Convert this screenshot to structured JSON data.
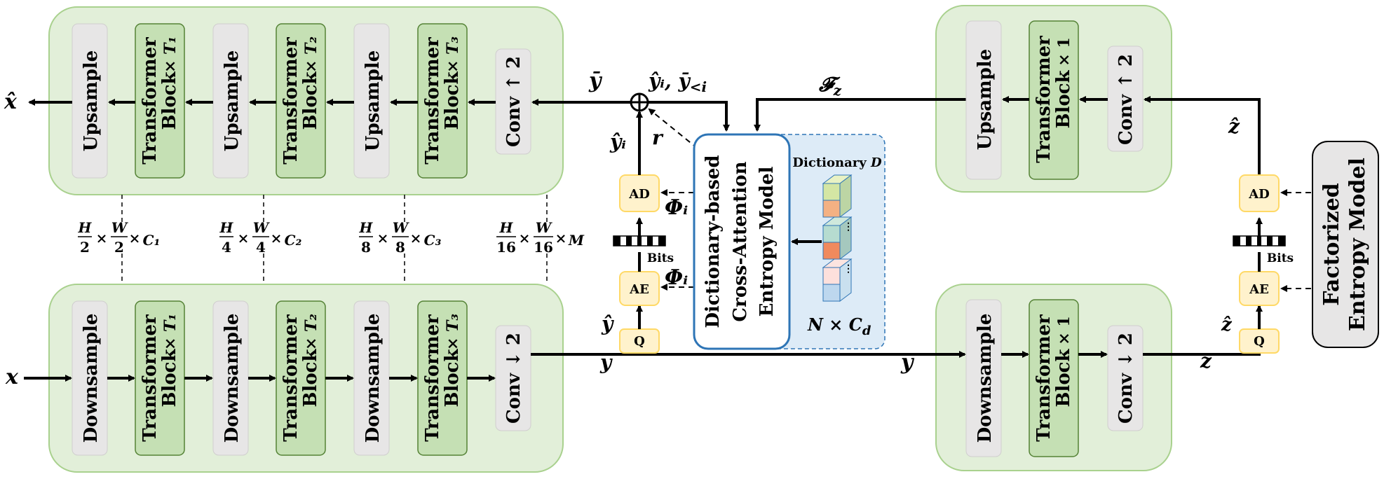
{
  "colors": {
    "panel_fill": "#e2efd9",
    "panel_stroke": "#a9d18e",
    "gray_block": "#e7e6e6",
    "transformer_block": "#c5e0b4",
    "transformer_stroke": "#548235",
    "small_box_fill": "#fff2cc",
    "small_box_stroke": "#ffd966",
    "entropy_model_stroke": "#2e75b6",
    "dictionary_fill": "#ddebf7"
  },
  "decoder_main": {
    "blocks": [
      "Upsample",
      "Transformer\nBlock",
      "Upsample",
      "Transformer\nBlock",
      "Upsample",
      "Transformer\nBlock",
      "Conv ↑ 2"
    ],
    "multipliers": [
      "× T₁",
      "× T₂",
      "× T₃"
    ],
    "output_label": "x̂",
    "input_label": "ȳ"
  },
  "encoder_main": {
    "blocks": [
      "Downsample",
      "Transformer\nBlock",
      "Downsample",
      "Transformer\nBlock",
      "Downsample",
      "Transformer\nBlock",
      "Conv ↓ 2"
    ],
    "multipliers": [
      "× T₁",
      "× T₂",
      "× T₃"
    ],
    "input_label": "x",
    "output_label": "y"
  },
  "shape_labels": [
    "H/2 × W/2 × C₁",
    "H/4 × W/4 × C₂",
    "H/8 × W/8 × C₃",
    "H/16 × W/16 × M"
  ],
  "shape_parts": [
    {
      "h": "H",
      "hd": "2",
      "w": "W",
      "wd": "2",
      "c": "C₁"
    },
    {
      "h": "H",
      "hd": "4",
      "w": "W",
      "wd": "4",
      "c": "C₂"
    },
    {
      "h": "H",
      "hd": "8",
      "w": "W",
      "wd": "8",
      "c": "C₃"
    },
    {
      "h": "H",
      "hd": "16",
      "w": "W",
      "wd": "16",
      "c": "M"
    }
  ],
  "mid": {
    "q_label": "Q",
    "ae_label": "AE",
    "ad_label": "AD",
    "bits_label": "Bits",
    "phi_label": "Φᵢ",
    "y_hat_label": "ŷ",
    "y_hat_i_label": "ŷᵢ",
    "r_label": "r",
    "y_label": "y",
    "context_label": "ŷᵢ, ȳ₍<ᵢ₎",
    "context_label_a": "ŷᵢ, ȳ",
    "context_label_b": "<i",
    "oplus": "⊕",
    "entropy_model": [
      "Dictionary-based",
      "Cross-Attention",
      "Entropy Model"
    ],
    "dictionary_title": "Dictionary D",
    "dictionary_size": "N × C",
    "dictionary_size_sub": "d",
    "fz_label": "𝓕",
    "fz_sub": "z"
  },
  "hyper_encoder": {
    "blocks": [
      "Downsample",
      "Transformer\nBlock",
      "Conv ↓ 2"
    ],
    "multiplier": "× 1",
    "input_label": "y",
    "output_label": "z"
  },
  "hyper_decoder": {
    "blocks": [
      "Upsample",
      "Transformer\nBlock",
      "Conv ↑ 2"
    ],
    "multiplier": "× 1",
    "input_label": "ẑ"
  },
  "right": {
    "q_label": "Q",
    "ae_label": "AE",
    "ad_label": "AD",
    "bits_label": "Bits",
    "z_hat_label": "ẑ",
    "z_hat_top_label": "ẑ",
    "factorized": [
      "Factorized",
      "Entropy Model"
    ]
  }
}
